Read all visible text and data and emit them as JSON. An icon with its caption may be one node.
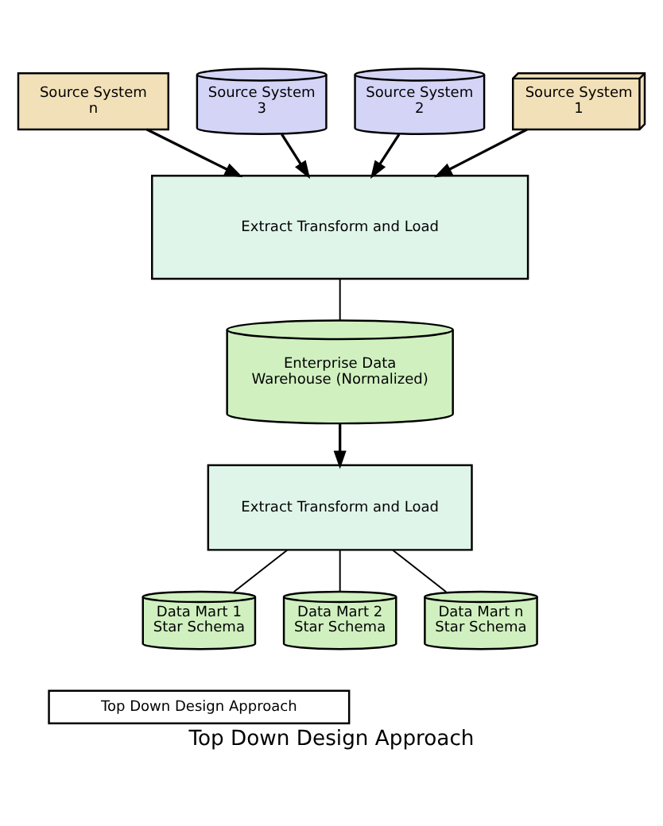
{
  "diagram": {
    "caption": "Top Down Design Approach",
    "nodes": [
      {
        "text": [
          "Source System n"
        ]
      },
      {
        "text": [
          "Source System 3"
        ]
      },
      {
        "text": [
          "Source System 2"
        ]
      },
      {
        "text": [
          "Source System 1"
        ]
      },
      {
        "text": [
          "Extract Transform and Load"
        ]
      },
      {
        "text": [
          "Enterprise Data Warehouse (Normalized)"
        ]
      },
      {
        "text": [
          "Extract Transform and Load"
        ]
      },
      {
        "text": [
          "Data Mart 1 Star Schema"
        ]
      },
      {
        "text": [
          "Data Mart 2 Star Schema"
        ]
      },
      {
        "text": [
          "Data Mart n Star Schema"
        ]
      },
      {
        "text": [
          "Top Down Design Approach"
        ]
      }
    ],
    "edges": [
      {
        "from": 0,
        "to": 4,
        "arrow": "to"
      },
      {
        "from": 1,
        "to": 4,
        "arrow": "to"
      },
      {
        "from": 2,
        "to": 4,
        "arrow": "to"
      },
      {
        "from": 3,
        "to": 4,
        "arrow": "to"
      },
      {
        "from": 4,
        "to": 5,
        "arrow": "none"
      },
      {
        "from": 5,
        "to": 6,
        "arrow": "to"
      },
      {
        "from": 6,
        "to": 7,
        "arrow": "none"
      },
      {
        "from": 6,
        "to": 8,
        "arrow": "none"
      },
      {
        "from": 6,
        "to": 9,
        "arrow": "none"
      }
    ]
  }
}
